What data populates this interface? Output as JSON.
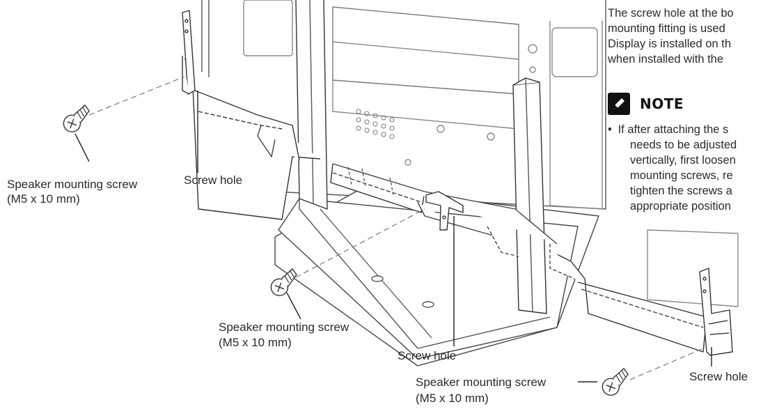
{
  "labels": {
    "screw_left": "Speaker mounting screw",
    "screw_left_size": "(M5 x 10 mm)",
    "hole_left": "Screw hole",
    "screw_center": "Speaker mounting screw",
    "screw_center_size": "(M5 x 10 mm)",
    "hole_center": "Screw hole",
    "screw_bottom": "Speaker mounting screw",
    "screw_bottom_size": "(M5 x 10 mm)",
    "hole_right": "Screw hole"
  },
  "side_text": {
    "lines": [
      "The screw hole at the bo",
      "mounting fitting is used",
      "Display is installed on th",
      "when installed with the"
    ]
  },
  "note": {
    "title": "NOTE",
    "bullet": "•",
    "lines": [
      "If after attaching the s",
      "needs to be adjusted",
      "vertically, first loosen",
      "mounting screws, re",
      "tighten the screws a",
      "appropriate position"
    ]
  }
}
